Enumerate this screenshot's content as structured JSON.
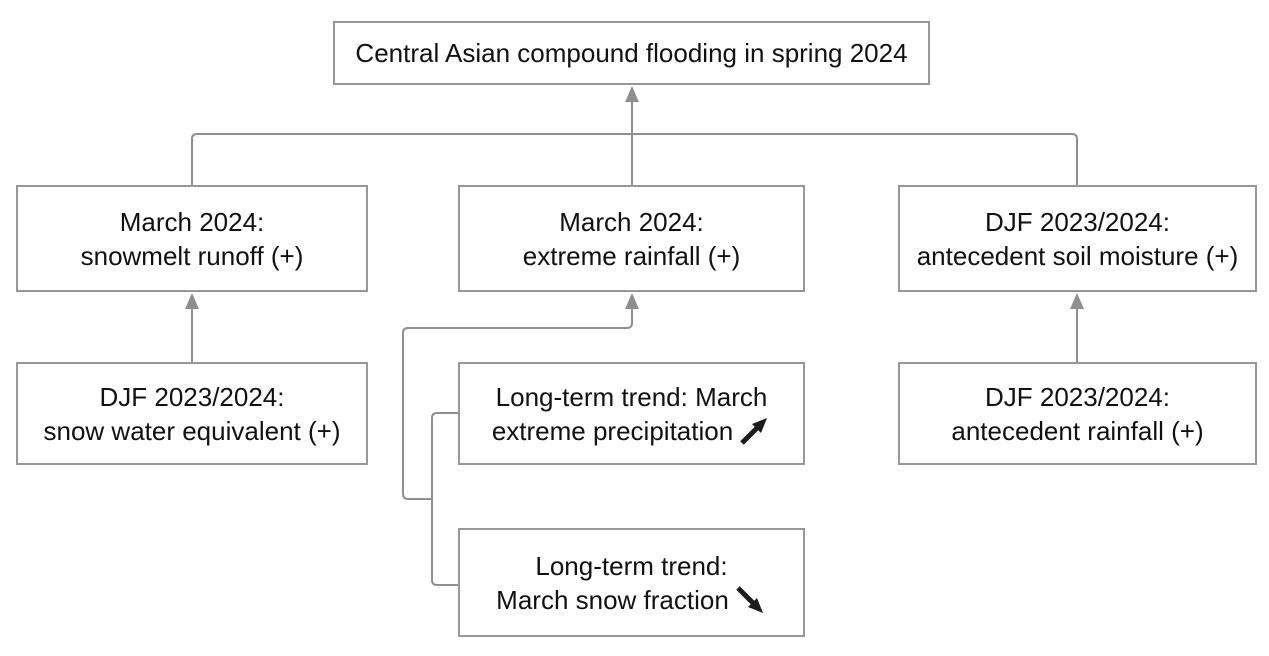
{
  "diagram": {
    "title": "Central Asian compound flooding in spring 2024",
    "colors": {
      "background": "#ffffff",
      "box_border": "#979797",
      "connector": "#8f8f8f",
      "text": "#111111",
      "trend_arrow": "#1c1c1c"
    },
    "boxes": {
      "flooding": {
        "line1": "Central Asian compound flooding in spring 2024"
      },
      "snowmelt": {
        "line1": "March 2024:",
        "line2": "snowmelt runoff (+)"
      },
      "rainfall": {
        "line1": "March 2024:",
        "line2": "extreme rainfall (+)"
      },
      "soil_moisture": {
        "line1": "DJF 2023/2024:",
        "line2": "antecedent soil moisture (+)"
      },
      "swe": {
        "line1": "DJF 2023/2024:",
        "line2": "snow water equivalent (+)"
      },
      "precip_trend": {
        "line1": "Long-term trend: March",
        "line2": "extreme precipitation",
        "trend": "increasing",
        "icon": "trend-up-arrow"
      },
      "antecedent_rain": {
        "line1": "DJF 2023/2024:",
        "line2": "antecedent rainfall (+)"
      },
      "snow_fraction_trend": {
        "line1": "Long-term trend:",
        "line2": "March snow fraction",
        "trend": "decreasing",
        "icon": "trend-down-arrow"
      }
    }
  }
}
